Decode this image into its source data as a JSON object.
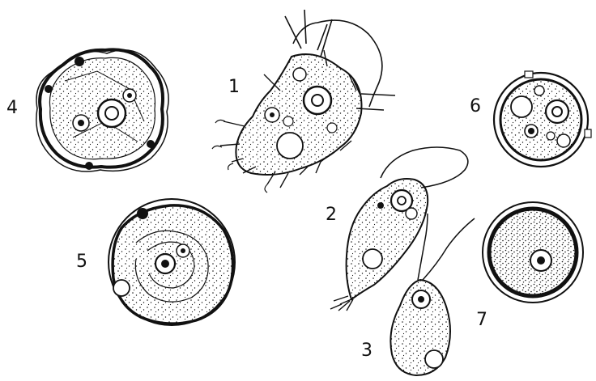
{
  "figure": {
    "labels": {
      "l1": "1",
      "l2": "2",
      "l3": "3",
      "l4": "4",
      "l5": "5",
      "l6": "6",
      "l7": "7"
    }
  },
  "colors": {
    "ink": "#111111",
    "background": "#ffffff"
  }
}
